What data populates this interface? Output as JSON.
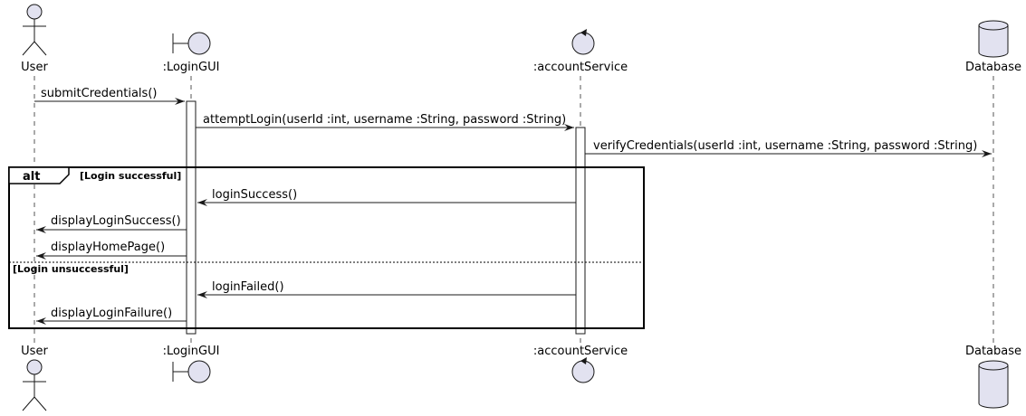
{
  "participants": [
    {
      "id": "user",
      "label": "User",
      "kind": "actor"
    },
    {
      "id": "gui",
      "label": ":LoginGUI",
      "kind": "boundary"
    },
    {
      "id": "svc",
      "label": ":accountService",
      "kind": "control"
    },
    {
      "id": "db",
      "label": "Database",
      "kind": "database"
    }
  ],
  "messages": [
    {
      "label": "submitCredentials()",
      "from": "user",
      "to": "gui"
    },
    {
      "label": "attemptLogin(userId :int, username :String, password :String)",
      "from": "gui",
      "to": "svc"
    },
    {
      "label": "verifyCredentials(userId :int, username :String, password :String)",
      "from": "svc",
      "to": "db"
    },
    {
      "label": "loginSuccess()",
      "from": "svc",
      "to": "gui"
    },
    {
      "label": "displayLoginSuccess()",
      "from": "gui",
      "to": "user"
    },
    {
      "label": "displayHomePage()",
      "from": "gui",
      "to": "user"
    },
    {
      "label": "loginFailed()",
      "from": "svc",
      "to": "gui"
    },
    {
      "label": "displayLoginFailure()",
      "from": "gui",
      "to": "user"
    }
  ],
  "alt_frame": {
    "keyword": "alt",
    "guard_success": "[Login successful]",
    "guard_failure": "[Login unsuccessful]"
  },
  "colors": {
    "participant_fill": "#e2e2f0",
    "stroke": "#181818",
    "lifeline": "#555555"
  }
}
